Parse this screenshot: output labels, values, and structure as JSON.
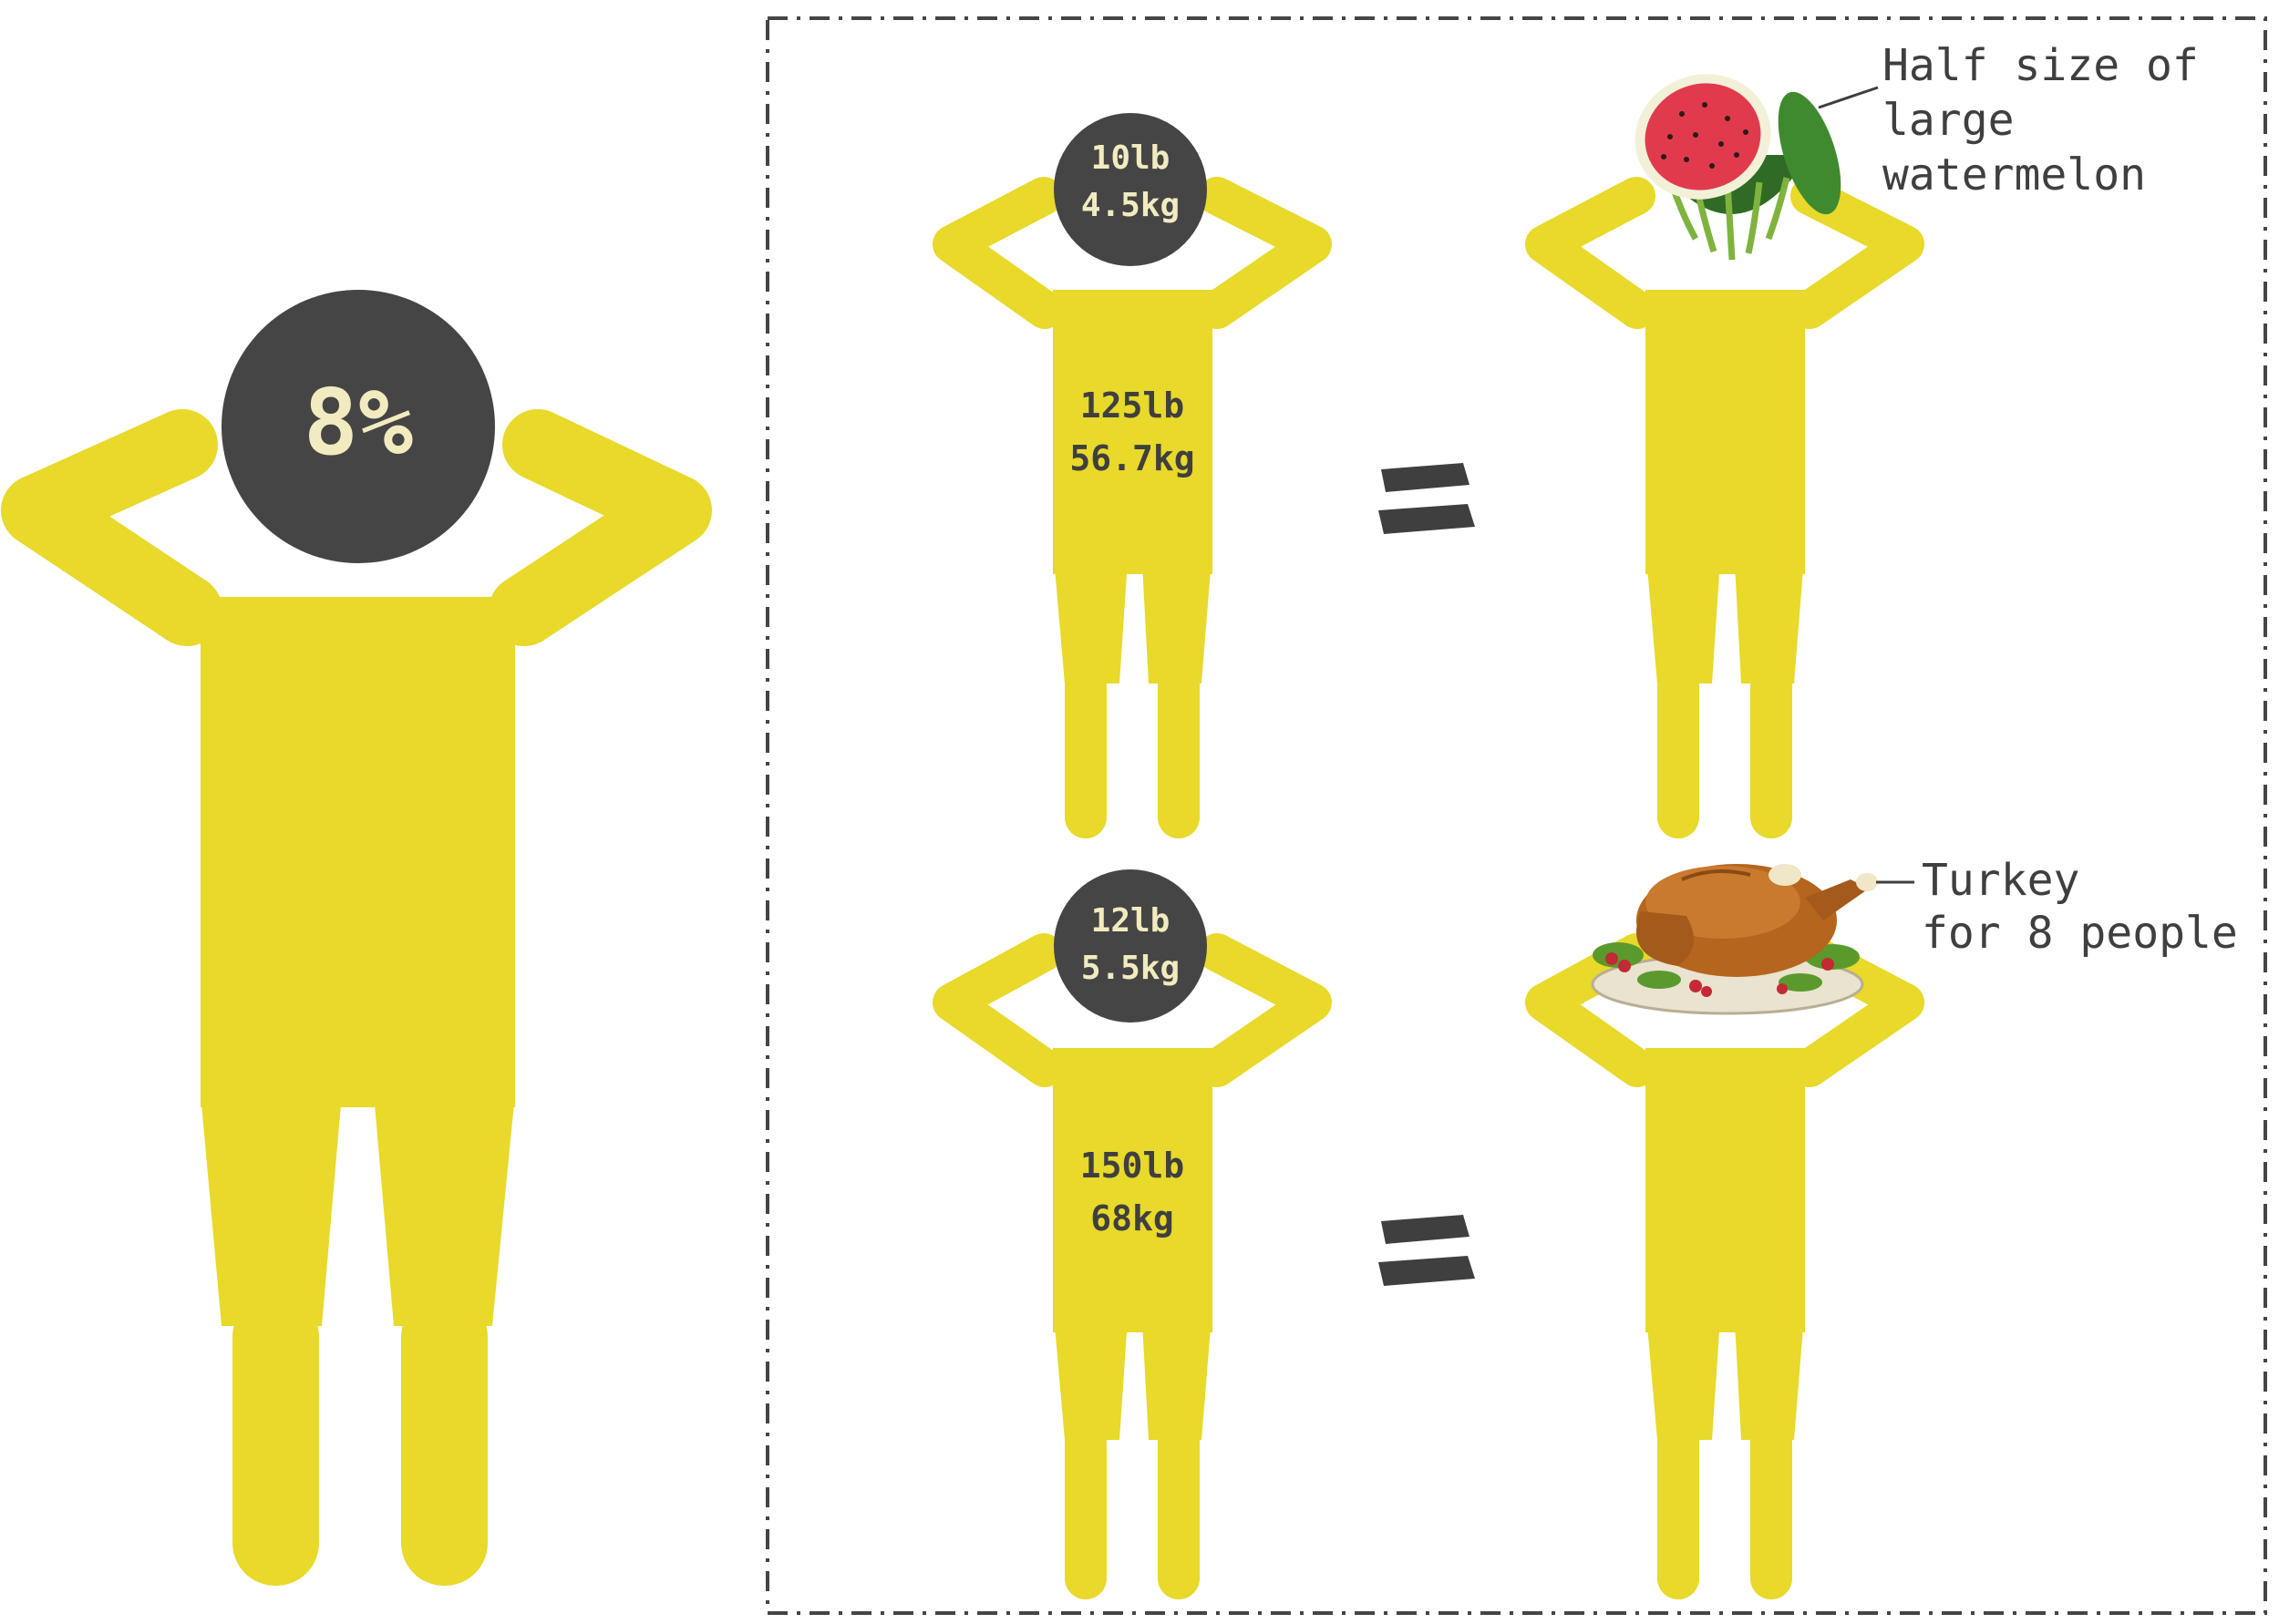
{
  "colors": {
    "body": "#e8d92a",
    "head": "#454545",
    "chalk": "#f1ebbf",
    "frame": "#454545"
  },
  "main_figure": {
    "head_text": "8%"
  },
  "comparisons": [
    {
      "head_weight": [
        "10lb",
        "4.5kg"
      ],
      "body_weight": [
        "125lb",
        "56.7kg"
      ],
      "equals": "=",
      "object_icon": "watermelon-icon",
      "object_label": [
        "Half size of",
        "large",
        "watermelon"
      ]
    },
    {
      "head_weight": [
        "12lb",
        "5.5kg"
      ],
      "body_weight": [
        "150lb",
        "68kg"
      ],
      "equals": "=",
      "object_icon": "roast-turkey-icon",
      "object_label": [
        "Turkey",
        "for 8 people"
      ]
    }
  ]
}
